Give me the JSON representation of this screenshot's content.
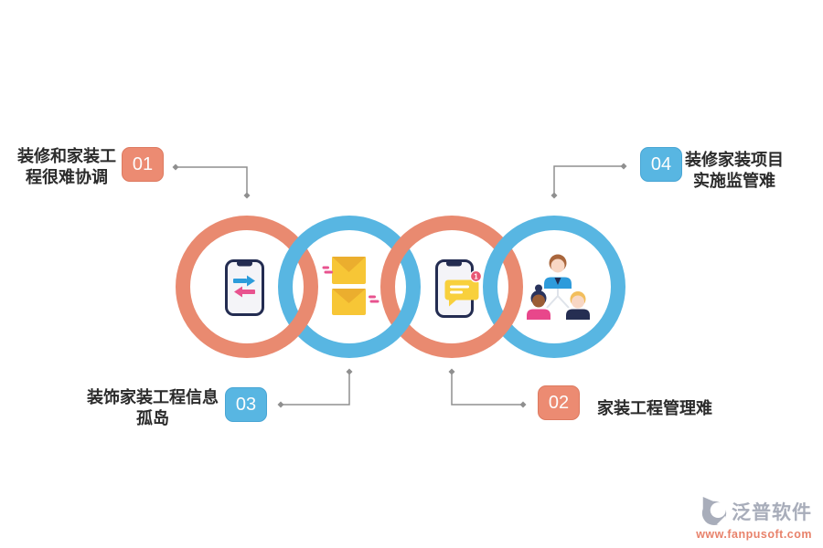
{
  "diagram": {
    "items": [
      {
        "number": "01",
        "line1": "装修和家装工",
        "line2": "程很难协调",
        "badge_color": "#EC8B72"
      },
      {
        "number": "02",
        "line1": "家装工程管理难",
        "line2": "",
        "badge_color": "#EC8B72"
      },
      {
        "number": "03",
        "line1": "装饰家装工程信息",
        "line2": "孤岛",
        "badge_color": "#58B6E2"
      },
      {
        "number": "04",
        "line1": "装修家装项目",
        "line2": "实施监管难",
        "badge_color": "#58B6E2"
      }
    ],
    "notification_count": "1",
    "icons": [
      "phone-sync-icon",
      "mail-icon",
      "phone-chat-icon",
      "team-icon"
    ]
  },
  "watermark": {
    "brand": "泛普软件",
    "url": "www.fanpusoft.com"
  },
  "colors": {
    "ring_salmon": "#E98A70",
    "ring_blue": "#58B6E2",
    "connector_gray": "#8F8F8F",
    "label_text": "#2B2B2B",
    "envelope_yellow": "#F7C636",
    "notification_red": "#E85674"
  }
}
